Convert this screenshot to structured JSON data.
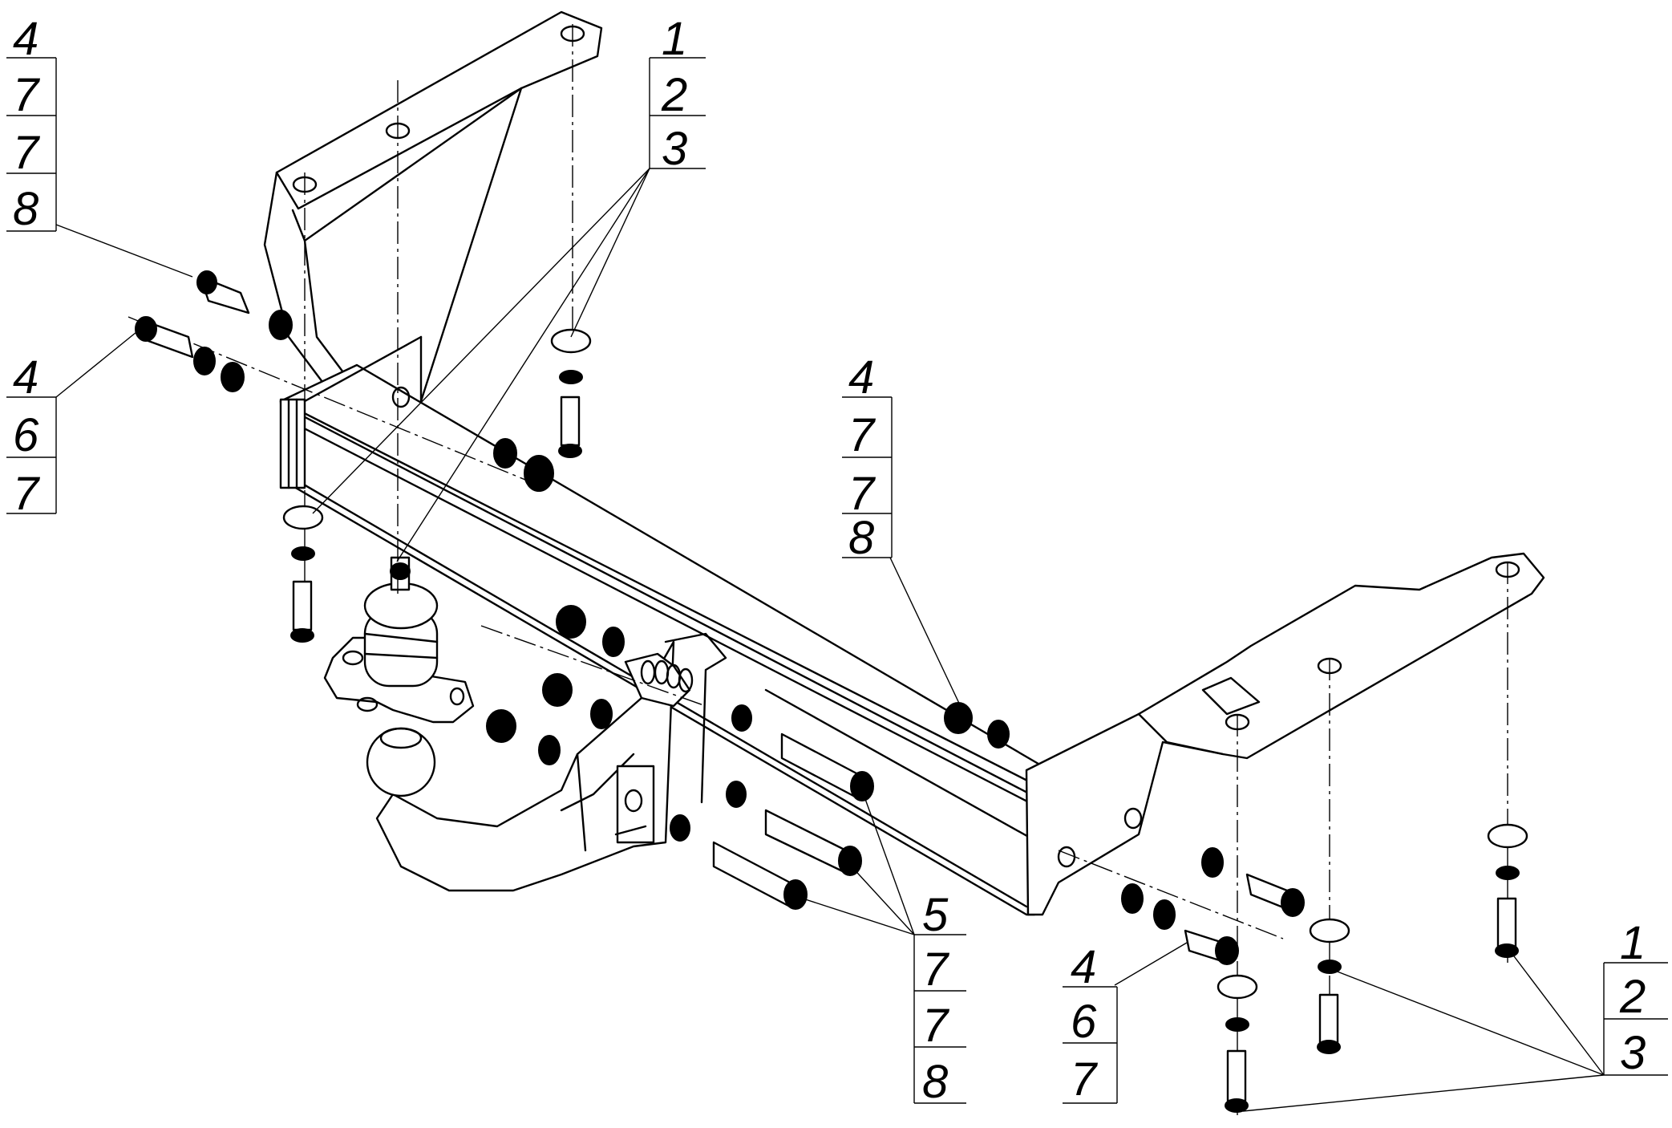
{
  "callouts": [
    {
      "id": "top-left",
      "items": [
        "4",
        "7",
        "7",
        "8"
      ]
    },
    {
      "id": "left-middle",
      "items": [
        "4",
        "6",
        "7"
      ]
    },
    {
      "id": "top-center",
      "items": [
        "1",
        "2",
        "3"
      ]
    },
    {
      "id": "center-right",
      "items": [
        "4",
        "7",
        "7",
        "8"
      ]
    },
    {
      "id": "bottom-center",
      "items": [
        "5",
        "7",
        "7",
        "8"
      ]
    },
    {
      "id": "bottom-right-a",
      "items": [
        "4",
        "6",
        "7"
      ]
    },
    {
      "id": "bottom-right-b",
      "items": [
        "1",
        "2",
        "3"
      ]
    }
  ],
  "parts": [
    "crossbeam",
    "left-bracket",
    "right-bracket",
    "tow-ball-arm",
    "tow-ball",
    "socket-plate",
    "bolt",
    "washer",
    "spring-washer",
    "nut"
  ]
}
